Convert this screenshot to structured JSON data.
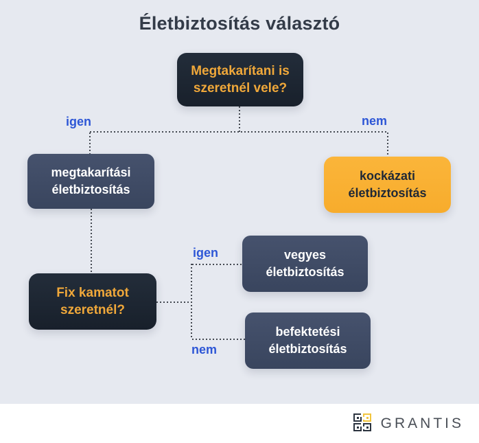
{
  "title": "Életbiztosítás választó",
  "nodes": {
    "q1": {
      "line1": "Megtakarítani is",
      "line2": "szeretnél vele?"
    },
    "megtakaritasi": {
      "line1": "megtakarítási",
      "line2": "életbiztosítás"
    },
    "kockazati": {
      "line1": "kockázati",
      "line2": "életbiztosítás"
    },
    "q2": {
      "line1": "Fix kamatot",
      "line2": "szeretnél?"
    },
    "vegyes": {
      "line1": "vegyes",
      "line2": "életbiztosítás"
    },
    "befektetesi": {
      "line1": "befektetési",
      "line2": "életbiztosítás"
    }
  },
  "edge_labels": {
    "q1_yes": "igen",
    "q1_no": "nem",
    "q2_yes": "igen",
    "q2_no": "nem"
  },
  "footer": {
    "brand": "GRANTIS"
  },
  "colors": {
    "background": "#e6e9f0",
    "question_box": "#1b2430",
    "outcome_box": "#3f4b66",
    "highlight_box": "#f9b233",
    "question_text": "#f0a83a",
    "edge_label": "#2d56d6",
    "connector": "#42474f",
    "title_text": "#333b48",
    "footer_bg": "#ffffff",
    "brand_text": "#4a4f57",
    "brand_gold": "#f2c53d"
  }
}
